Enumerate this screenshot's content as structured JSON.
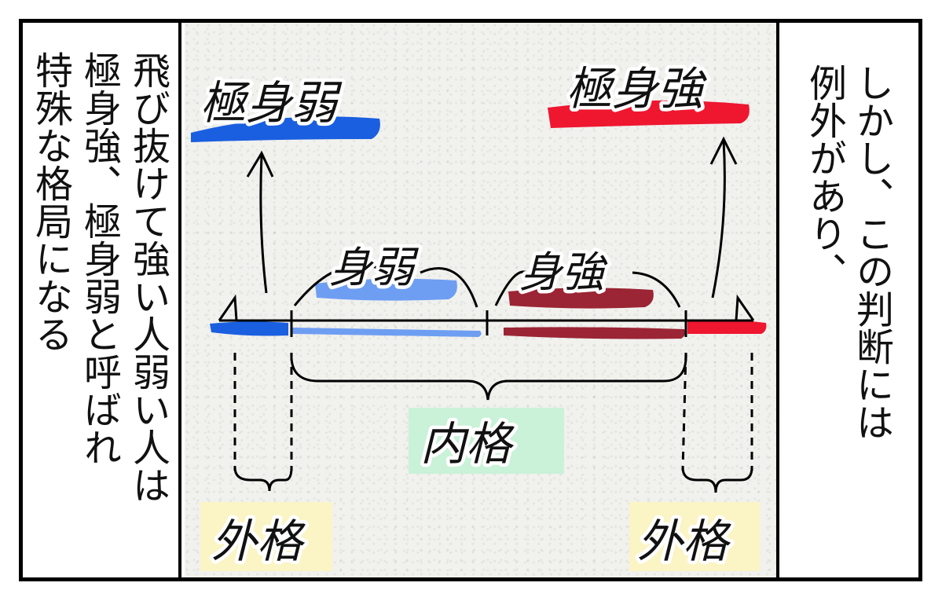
{
  "left_panel": {
    "columns": [
      "飛び抜けて強い人弱い人は",
      "極身強、極身弱と呼ばれ",
      "特殊な格局になる"
    ]
  },
  "right_panel": {
    "columns": [
      "しかし、この判断には",
      "例外があり、"
    ]
  },
  "diagram": {
    "top_left_label": "極身弱",
    "top_right_label": "極身強",
    "mid_left_label": "身弱",
    "mid_right_label": "身強",
    "center_label": "内格",
    "bottom_left_label": "外格",
    "bottom_right_label": "外格",
    "colors": {
      "blue": "#1a5fe0",
      "light_blue": "#6e9ef2",
      "dark_red": "#9b2534",
      "red": "#ef1630",
      "inner_highlight": "#c9f2d8",
      "outer_highlight": "#fbf4c4"
    }
  }
}
